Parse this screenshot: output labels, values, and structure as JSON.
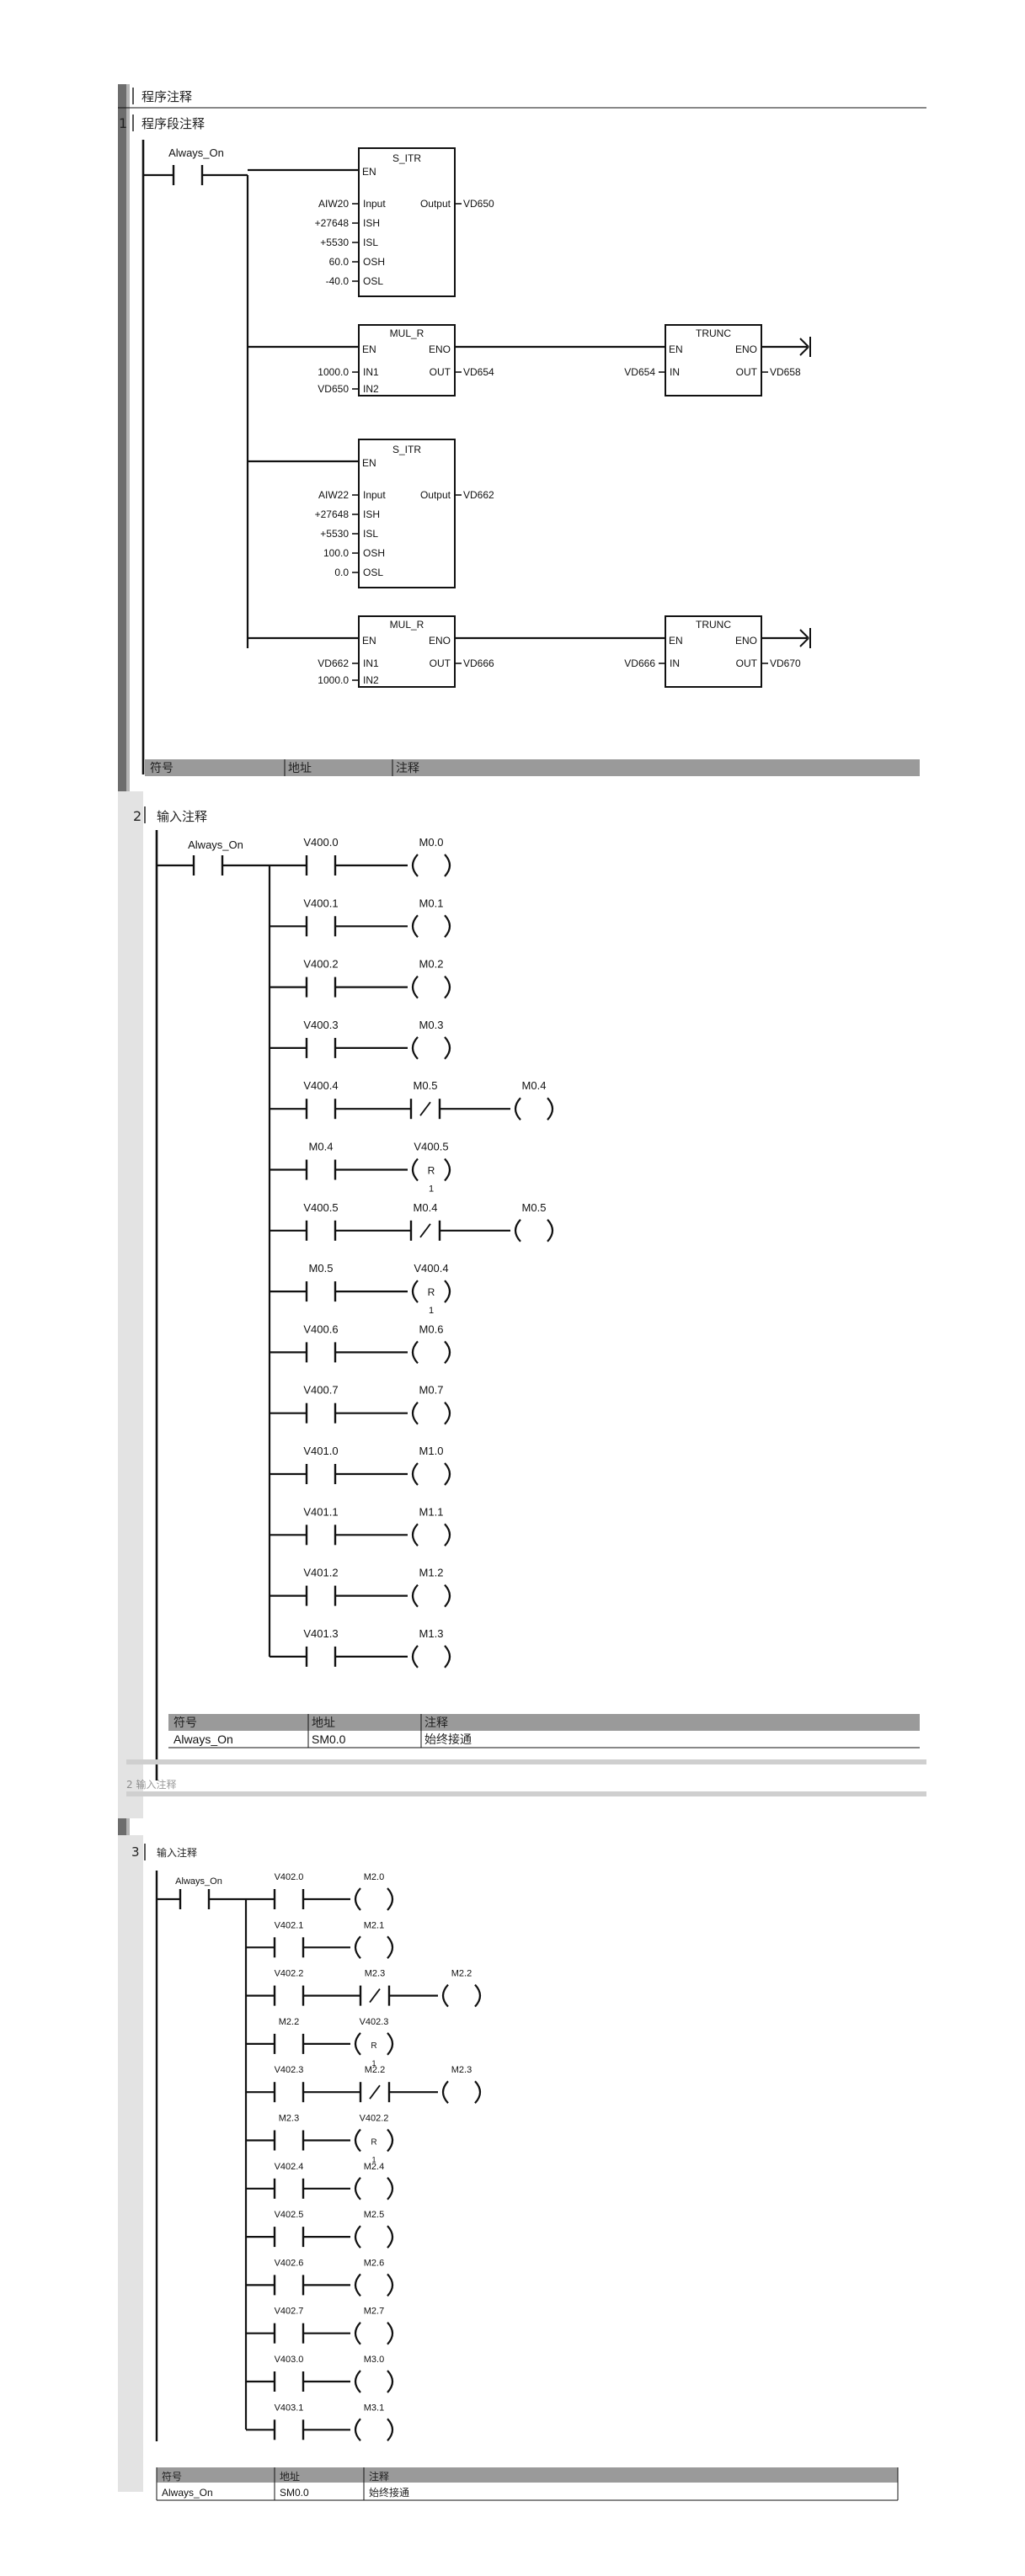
{
  "network1": {
    "number": "1",
    "header": "程序注释",
    "comment": "程序段注释",
    "contact": "Always_On",
    "s_itr_1": {
      "title": "S_ITR",
      "en": "EN",
      "in_lbl": "Input",
      "ish_lbl": "ISH",
      "isl_lbl": "ISL",
      "osh_lbl": "OSH",
      "osl_lbl": "OSL",
      "out_lbl": "Output",
      "in": "AIW20",
      "ish": "+27648",
      "isl": "+5530",
      "osh": "60.0",
      "osl": "-40.0",
      "out": "VD650"
    },
    "mul_1": {
      "title": "MUL_R",
      "en": "EN",
      "eno": "ENO",
      "in1_lbl": "IN1",
      "in2_lbl": "IN2",
      "out_lbl": "OUT",
      "in1": "1000.0",
      "in2": "VD650",
      "out": "VD654"
    },
    "trunc_1": {
      "title": "TRUNC",
      "en": "EN",
      "eno": "ENO",
      "in_lbl": "IN",
      "out_lbl": "OUT",
      "in": "VD654",
      "out": "VD658"
    },
    "s_itr_2": {
      "title": "S_ITR",
      "en": "EN",
      "in_lbl": "Input",
      "ish_lbl": "ISH",
      "isl_lbl": "ISL",
      "osh_lbl": "OSH",
      "osl_lbl": "OSL",
      "out_lbl": "Output",
      "in": "AIW22",
      "ish": "+27648",
      "isl": "+5530",
      "osh": "100.0",
      "osl": "0.0",
      "out": "VD662"
    },
    "mul_2": {
      "title": "MUL_R",
      "en": "EN",
      "eno": "ENO",
      "in1_lbl": "IN1",
      "in2_lbl": "IN2",
      "out_lbl": "OUT",
      "in1": "VD662",
      "in2": "1000.0",
      "out": "VD666"
    },
    "trunc_2": {
      "title": "TRUNC",
      "en": "EN",
      "eno": "ENO",
      "in_lbl": "IN",
      "out_lbl": "OUT",
      "in": "VD666",
      "out": "VD670"
    },
    "symbol_table": {
      "headers": [
        "符号",
        "地址",
        "注释"
      ]
    }
  },
  "network2": {
    "number": "2",
    "comment": "输入注释",
    "contact": "Always_On",
    "rungs": [
      {
        "contact": "V400.0",
        "coil": "M0.0"
      },
      {
        "contact": "V400.1",
        "coil": "M0.1"
      },
      {
        "contact": "V400.2",
        "coil": "M0.2"
      },
      {
        "contact": "V400.3",
        "coil": "M0.3"
      },
      {
        "contact": "V400.4",
        "nc": "M0.5",
        "coil": "M0.4"
      },
      {
        "contact": "M0.4",
        "coil": "V400.5",
        "reset": "R",
        "count": "1"
      },
      {
        "contact": "V400.5",
        "nc": "M0.4",
        "coil": "M0.5"
      },
      {
        "contact": "M0.5",
        "coil": "V400.4",
        "reset": "R",
        "count": "1"
      },
      {
        "contact": "V400.6",
        "coil": "M0.6"
      },
      {
        "contact": "V400.7",
        "coil": "M0.7"
      },
      {
        "contact": "V401.0",
        "coil": "M1.0"
      },
      {
        "contact": "V401.1",
        "coil": "M1.1"
      },
      {
        "contact": "V401.2",
        "coil": "M1.2"
      },
      {
        "contact": "V401.3",
        "coil": "M1.3"
      }
    ],
    "symbol_table": {
      "headers": [
        "符号",
        "地址",
        "注释"
      ],
      "rows": [
        [
          "Always_On",
          "SM0.0",
          "始终接通"
        ]
      ]
    },
    "next_stub": "输入注释"
  },
  "network3": {
    "number": "3",
    "comment": "输入注释",
    "contact": "Always_On",
    "rungs": [
      {
        "contact": "V402.0",
        "coil": "M2.0"
      },
      {
        "contact": "V402.1",
        "coil": "M2.1"
      },
      {
        "contact": "V402.2",
        "nc": "M2.3",
        "coil": "M2.2"
      },
      {
        "contact": "M2.2",
        "coil": "V402.3",
        "reset": "R",
        "count": "1"
      },
      {
        "contact": "V402.3",
        "nc": "M2.2",
        "coil": "M2.3"
      },
      {
        "contact": "M2.3",
        "coil": "V402.2",
        "reset": "R",
        "count": "1"
      },
      {
        "contact": "V402.4",
        "coil": "M2.4"
      },
      {
        "contact": "V402.5",
        "coil": "M2.5"
      },
      {
        "contact": "V402.6",
        "coil": "M2.6"
      },
      {
        "contact": "V402.7",
        "coil": "M2.7"
      },
      {
        "contact": "V403.0",
        "coil": "M3.0"
      },
      {
        "contact": "V403.1",
        "coil": "M3.1"
      }
    ],
    "symbol_table": {
      "headers": [
        "符号",
        "地址",
        "注释"
      ],
      "rows": [
        [
          "Always_On",
          "SM0.0",
          "始终接通"
        ]
      ]
    }
  }
}
